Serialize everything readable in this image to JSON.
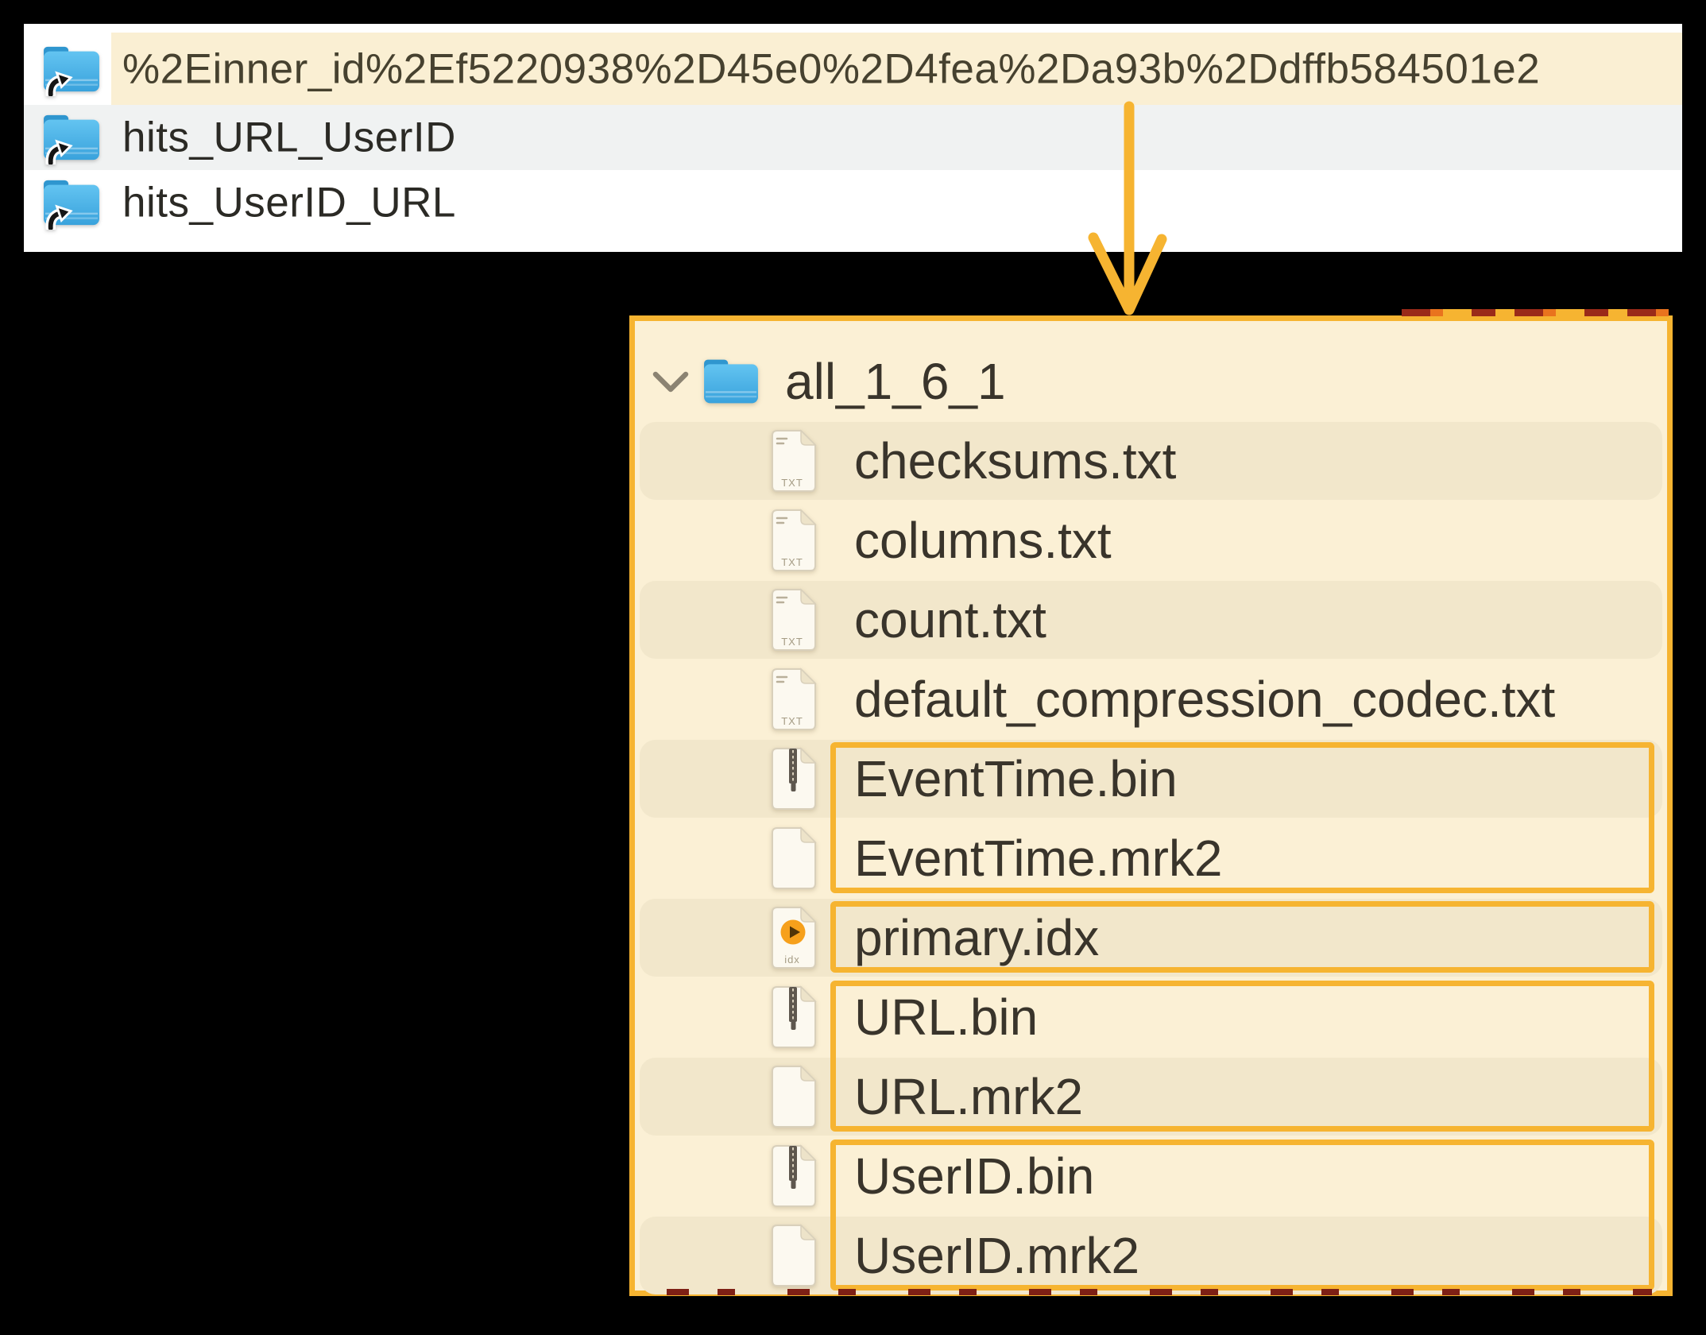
{
  "colors": {
    "annotation_orange": "#F6B431",
    "annotation_red": "#7E2015",
    "finder_highlight": "#FAEFD3",
    "finder_alt_row": "#F0F2F2",
    "panel_bg": "#FBF0D5",
    "panel_alt_row": "#F2E7CB",
    "folder_blue": "#39A2DC",
    "idx_disc_orange": "#F6A01B"
  },
  "finder_list": {
    "items": [
      {
        "label": "%2Einner_id%2Ef5220938%2D45e0%2D4fea%2Da93b%2Ddffb584501e2",
        "icon": "folder-alias-icon",
        "highlighted": true
      },
      {
        "label": "hits_URL_UserID",
        "icon": "folder-alias-icon",
        "highlighted": false
      },
      {
        "label": "hits_UserID_URL",
        "icon": "folder-alias-icon",
        "highlighted": false
      }
    ]
  },
  "tree": {
    "root": {
      "label": "all_1_6_1",
      "icon": "folder-icon",
      "expanded": true
    },
    "items": [
      {
        "label": "checksums.txt",
        "type": "txt"
      },
      {
        "label": "columns.txt",
        "type": "txt"
      },
      {
        "label": "count.txt",
        "type": "txt"
      },
      {
        "label": "default_compression_codec.txt",
        "type": "txt"
      },
      {
        "label": "EventTime.bin",
        "type": "bin"
      },
      {
        "label": "EventTime.mrk2",
        "type": "mrk2"
      },
      {
        "label": "primary.idx",
        "type": "idx"
      },
      {
        "label": "URL.bin",
        "type": "bin"
      },
      {
        "label": "URL.mrk2",
        "type": "mrk2"
      },
      {
        "label": "UserID.bin",
        "type": "bin"
      },
      {
        "label": "UserID.mrk2",
        "type": "mrk2"
      }
    ],
    "annotation_groups": [
      [
        4,
        5
      ],
      [
        6
      ],
      [
        7,
        8
      ],
      [
        9,
        10
      ]
    ],
    "badges": {
      "txt": "TXT",
      "idx": "idx"
    }
  }
}
